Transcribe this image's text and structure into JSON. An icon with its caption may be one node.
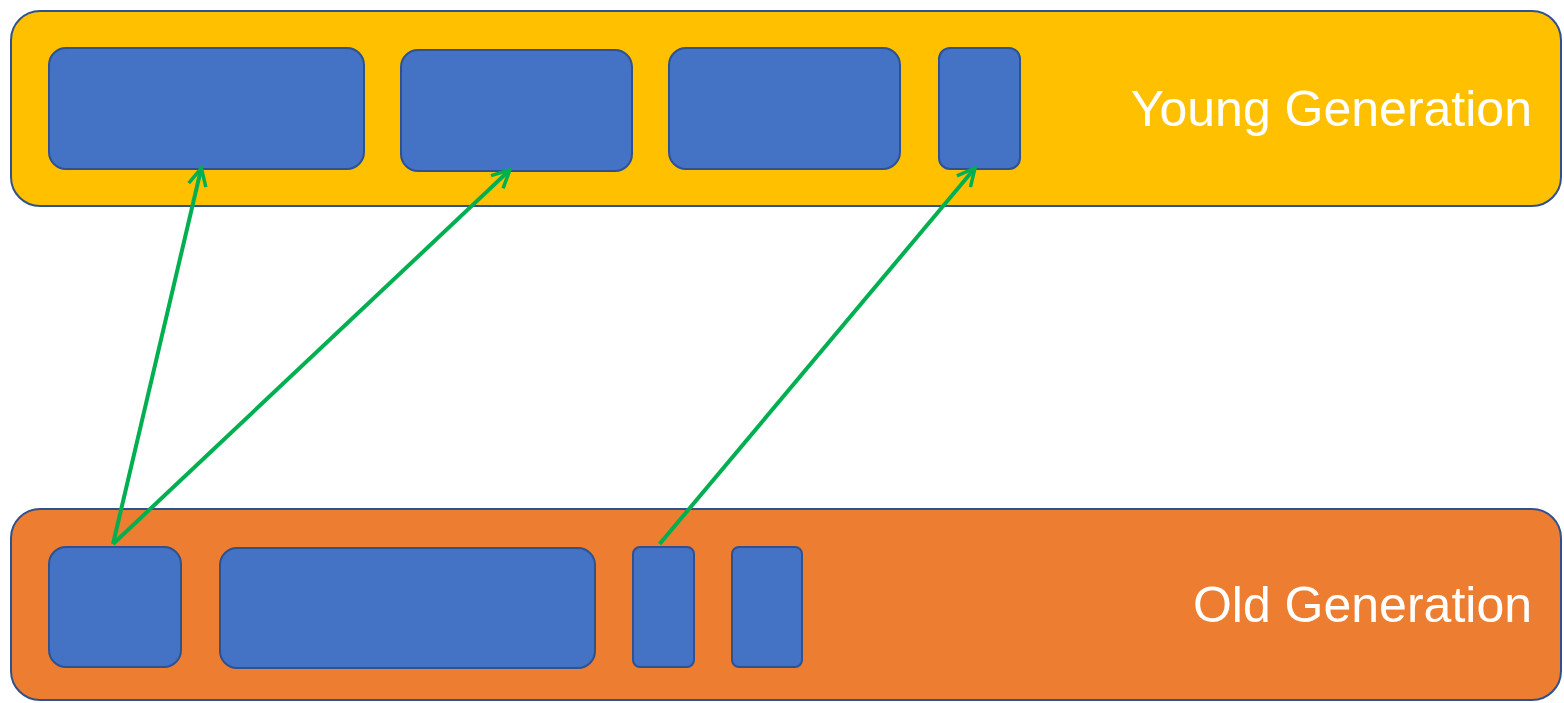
{
  "diagram": {
    "nodes": [
      {
        "text": [
          "Young Generation"
        ]
      },
      {
        "text": [],
        "shape": "box",
        "in": 0
      },
      {
        "text": [],
        "shape": "box",
        "in": 0
      },
      {
        "text": [],
        "shape": "box",
        "in": 0
      },
      {
        "text": [],
        "shape": "box",
        "in": 0
      },
      {
        "text": [
          "Old Generation"
        ]
      },
      {
        "text": [],
        "shape": "box",
        "in": 5
      },
      {
        "text": [],
        "shape": "box",
        "in": 5
      },
      {
        "text": [],
        "shape": "box",
        "in": 5
      },
      {
        "text": [],
        "shape": "box",
        "in": 5
      }
    ],
    "edges": [
      {
        "from": 6,
        "to": 1,
        "arrow": "to"
      },
      {
        "from": 6,
        "to": 2,
        "arrow": "to"
      },
      {
        "from": 8,
        "to": 4,
        "arrow": "to"
      }
    ]
  }
}
